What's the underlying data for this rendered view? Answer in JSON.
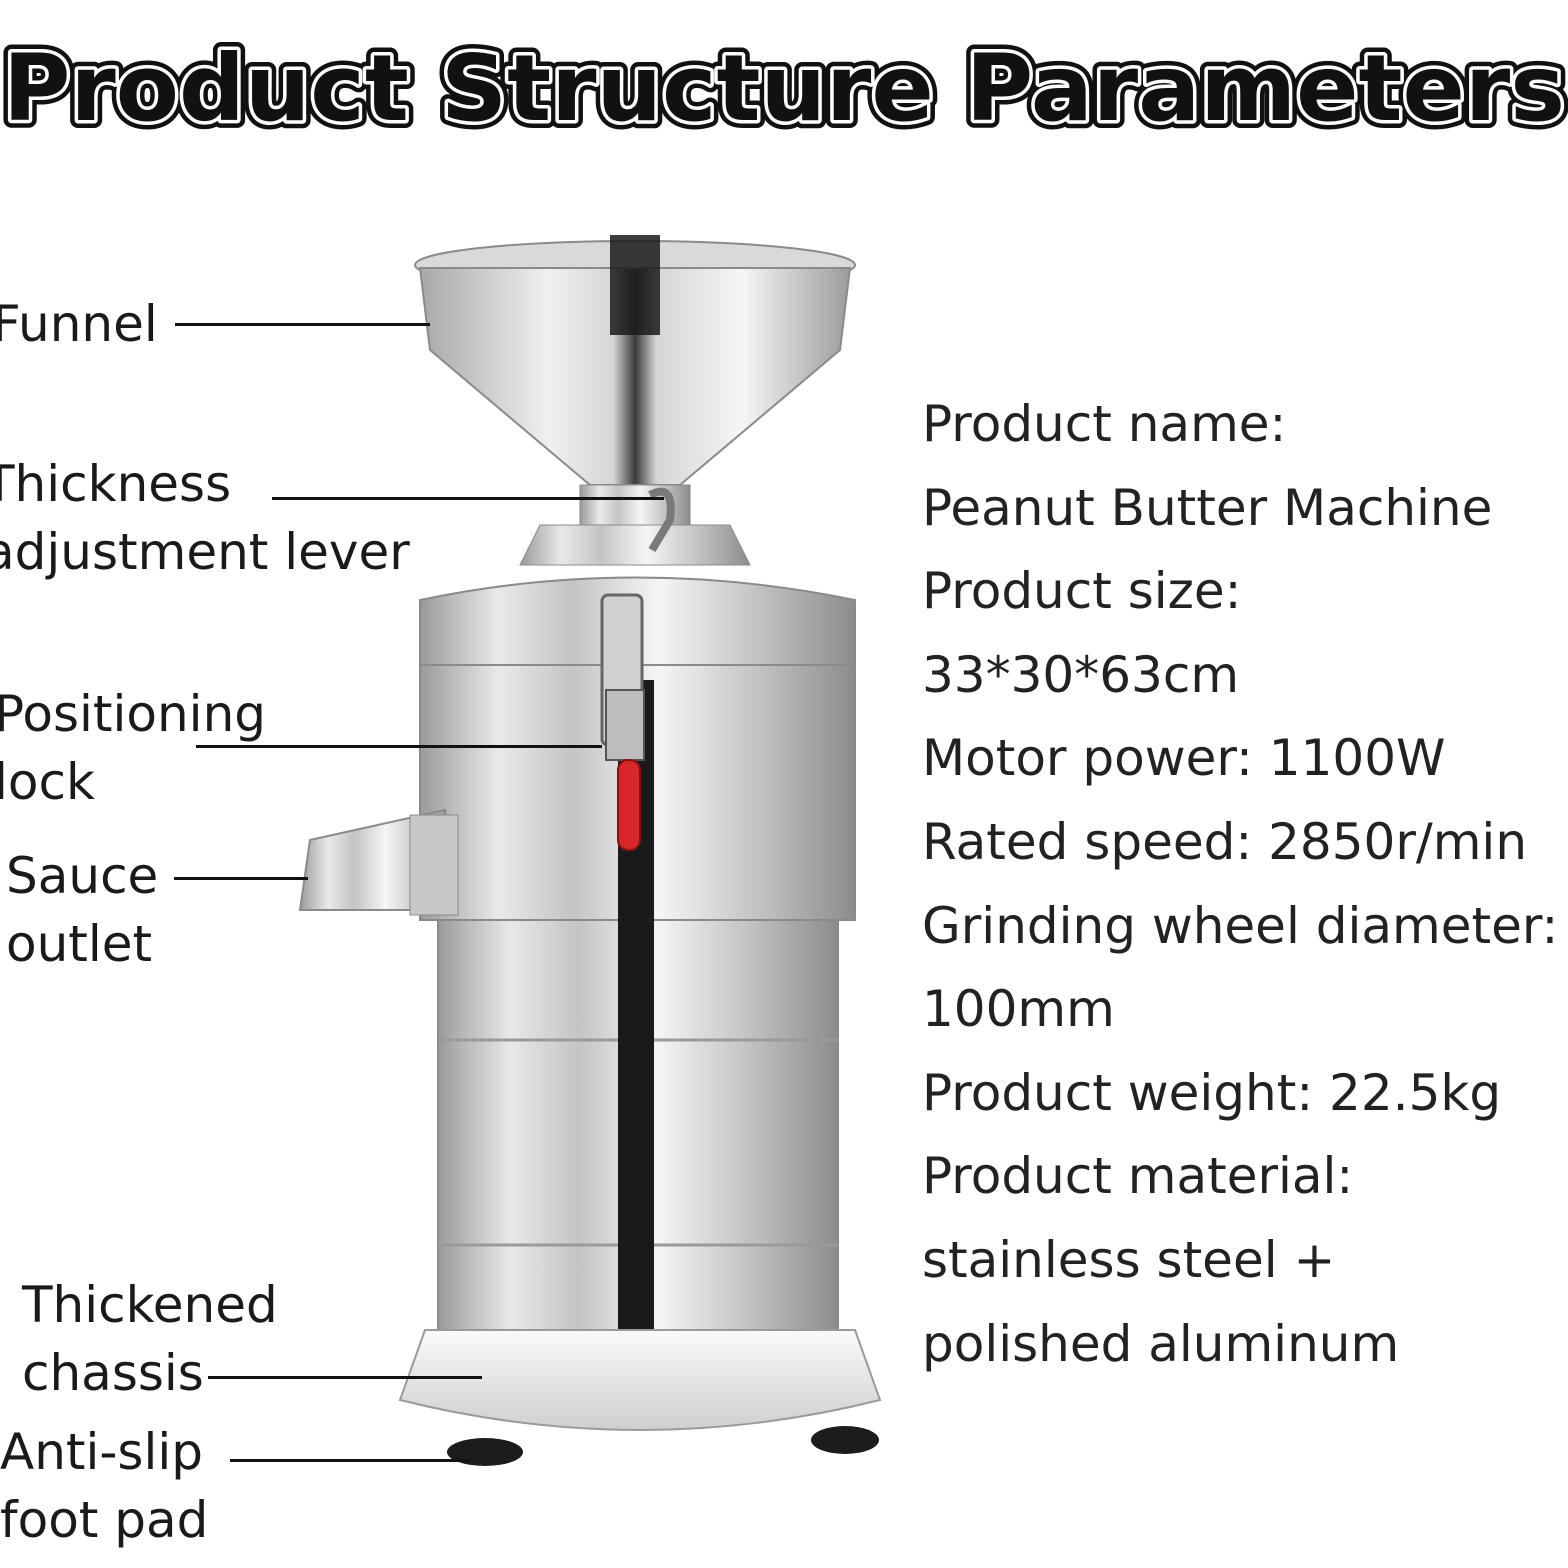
{
  "title": "Product Structure Parameters",
  "callouts": [
    {
      "id": "funnel",
      "label": "Funnel"
    },
    {
      "id": "thickness",
      "label": "Thickness\nadjustment lever"
    },
    {
      "id": "lock",
      "label": "Positioning\nlock"
    },
    {
      "id": "outlet",
      "label": "Sauce\noutlet"
    },
    {
      "id": "chassis",
      "label": "Thickened\nchassis"
    },
    {
      "id": "footpad",
      "label": "Anti-slip\nfoot pad"
    }
  ],
  "specs": [
    "Product name:",
    "Peanut Butter Machine",
    "Product size:",
    "33*30*63cm",
    "Motor power: 1100W",
    "Rated speed: 2850r/min",
    "Grinding wheel diameter:",
    "100mm",
    "Product weight: 22.5kg",
    "Product material:",
    "stainless steel +",
    "polished aluminum"
  ],
  "colors": {
    "steel_light": "#f2f2f2",
    "steel_mid": "#b9b9b9",
    "steel_dark": "#6e6e6e",
    "handle_red": "#d8262a",
    "foot_black": "#1c1c1c"
  }
}
